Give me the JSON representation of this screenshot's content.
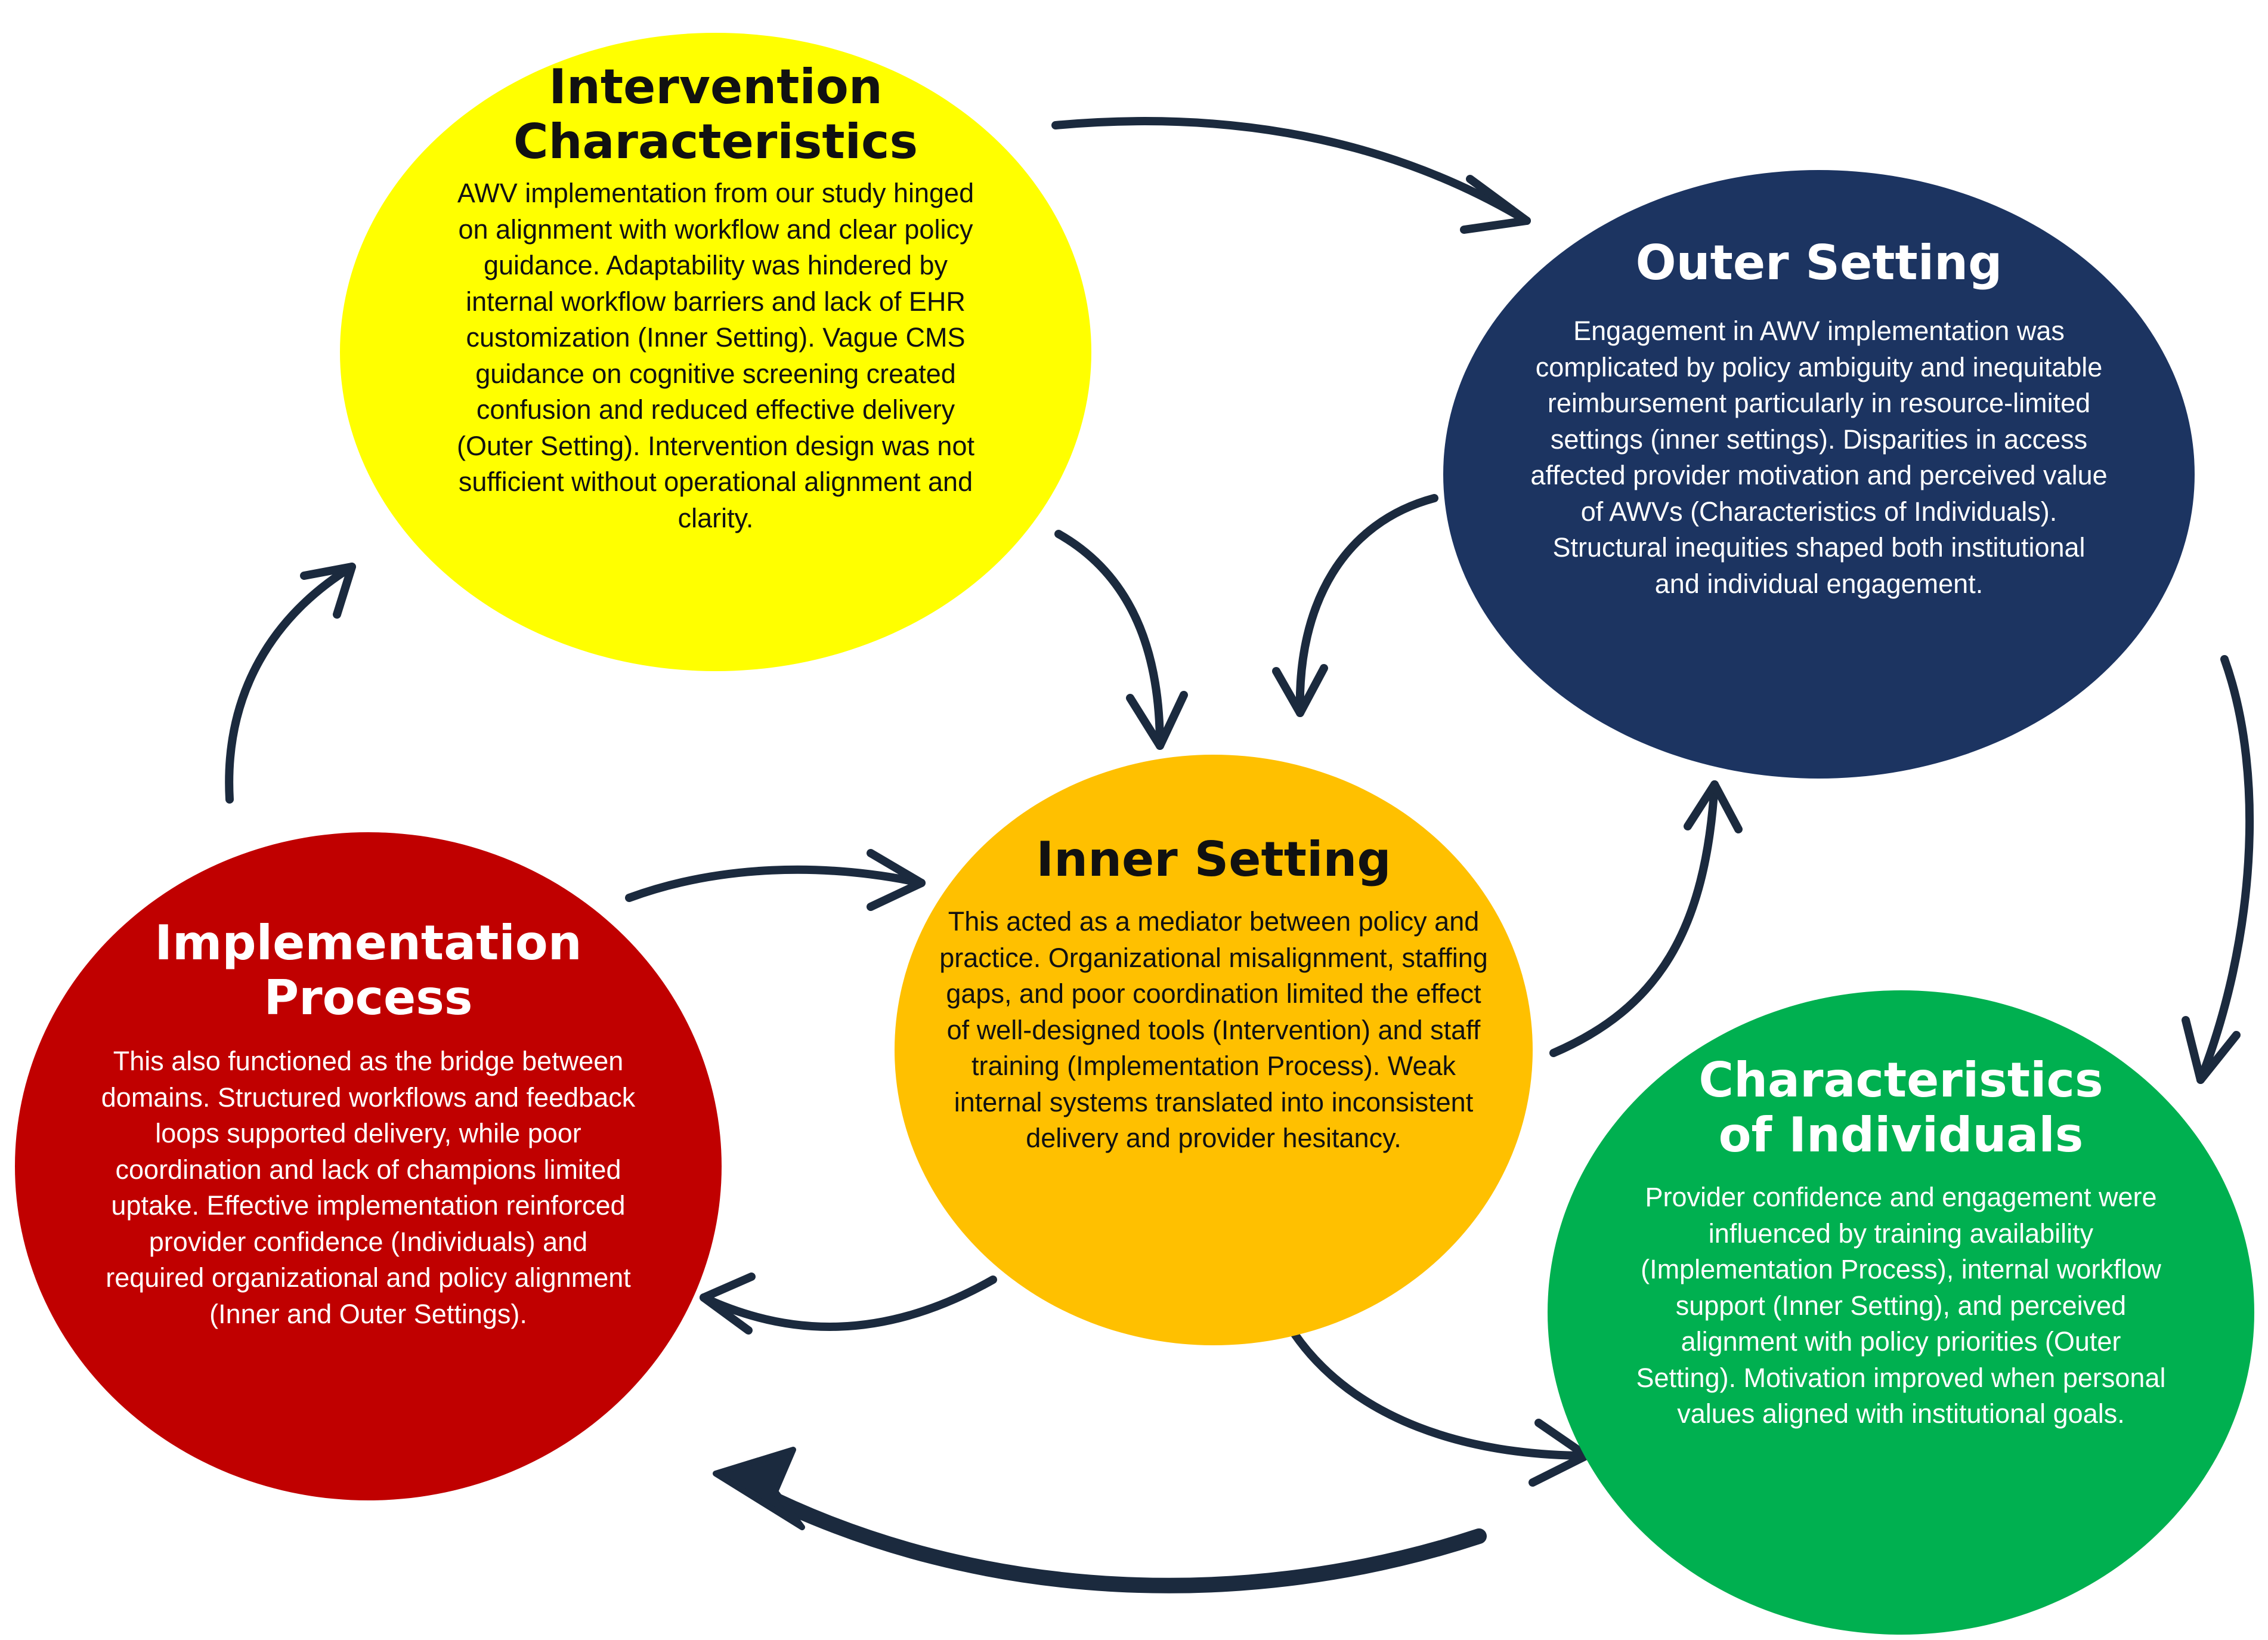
{
  "colors": {
    "arrow": "#1b2a3e",
    "intervention_fill": "#ffff00",
    "intervention_text": "#111111",
    "outer_fill": "#1c3461",
    "outer_text": "#ffffff",
    "inner_fill": "#ffc000",
    "inner_text": "#111111",
    "impl_fill": "#c00000",
    "impl_text": "#ffffff",
    "individuals_fill": "#00b050",
    "individuals_text": "#ffffff"
  },
  "domains": {
    "intervention": {
      "title_lines": [
        "Intervention",
        "Characteristics"
      ],
      "body": "AWV implementation from our study hinged on alignment with workflow and clear policy guidance. Adaptability was hindered by internal workflow barriers and lack of EHR customization (Inner Setting). Vague CMS guidance on cognitive screening created confusion and reduced effective delivery (Outer Setting). Intervention design was not sufficient without operational alignment and clarity."
    },
    "outer": {
      "title_lines": [
        "Outer Setting"
      ],
      "body": "Engagement in AWV implementation was complicated by policy ambiguity and inequitable reimbursement particularly in resource-limited settings (inner settings). Disparities in access affected provider motivation and perceived value of AWVs (Characteristics of Individuals). Structural inequities shaped both institutional and individual engagement."
    },
    "inner": {
      "title_lines": [
        "Inner Setting"
      ],
      "body": "This acted as a mediator between policy and practice. Organizational misalignment, staffing gaps, and poor coordination limited the effect of well-designed tools (Intervention) and staff training (Implementation Process). Weak internal systems translated into inconsistent delivery and provider hesitancy."
    },
    "impl": {
      "title_lines": [
        "Implementation",
        "Process"
      ],
      "body": "This also functioned as the bridge between domains. Structured workflows and feedback loops supported delivery, while poor coordination and lack of champions limited uptake. Effective implementation reinforced provider confidence (Individuals) and required organizational and policy alignment (Inner and Outer Settings)."
    },
    "individuals": {
      "title_lines": [
        "Characteristics",
        "of Individuals"
      ],
      "body": "Provider confidence and engagement were influenced by training availability (Implementation Process), internal workflow support (Inner Setting), and perceived alignment with policy priorities (Outer Setting). Motivation improved when personal values aligned with institutional goals."
    }
  }
}
